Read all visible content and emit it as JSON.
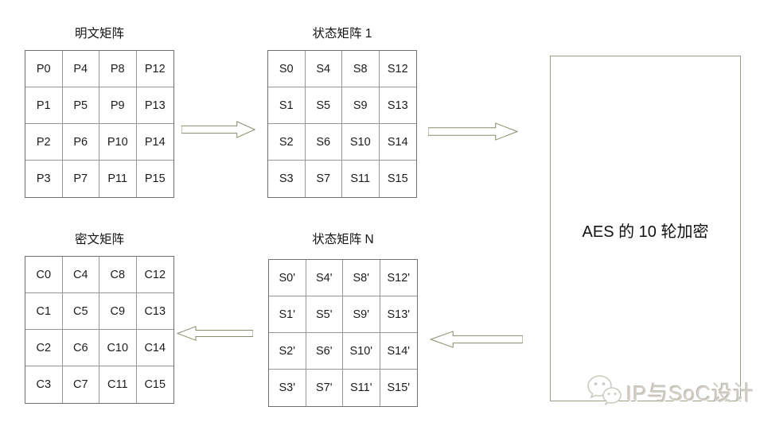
{
  "matrices": [
    {
      "id": "plaintext",
      "title": "明文矩阵",
      "cells": [
        [
          "P0",
          "P4",
          "P8",
          "P12"
        ],
        [
          "P1",
          "P5",
          "P9",
          "P13"
        ],
        [
          "P2",
          "P6",
          "P10",
          "P14"
        ],
        [
          "P3",
          "P7",
          "P11",
          "P15"
        ]
      ]
    },
    {
      "id": "state1",
      "title": "状态矩阵 1",
      "cells": [
        [
          "S0",
          "S4",
          "S8",
          "S12"
        ],
        [
          "S1",
          "S5",
          "S9",
          "S13"
        ],
        [
          "S2",
          "S6",
          "S10",
          "S14"
        ],
        [
          "S3",
          "S7",
          "S11",
          "S15"
        ]
      ]
    },
    {
      "id": "cipher",
      "title": "密文矩阵",
      "cells": [
        [
          "C0",
          "C4",
          "C8",
          "C12"
        ],
        [
          "C1",
          "C5",
          "C9",
          "C13"
        ],
        [
          "C2",
          "C6",
          "C10",
          "C14"
        ],
        [
          "C3",
          "C7",
          "C11",
          "C15"
        ]
      ]
    },
    {
      "id": "stateN",
      "title": "状态矩阵 N",
      "cells": [
        [
          "S0'",
          "S4'",
          "S8'",
          "S12'"
        ],
        [
          "S1'",
          "S5'",
          "S9'",
          "S13'"
        ],
        [
          "S2'",
          "S6'",
          "S10'",
          "S14'"
        ],
        [
          "S3'",
          "S7'",
          "S11'",
          "S15'"
        ]
      ]
    }
  ],
  "aes_box": {
    "label": "AES 的 10 轮加密"
  },
  "watermark": {
    "icon": "wechat-icon",
    "text": "IP与SoC设计"
  },
  "colors": {
    "grid_outer": "#6f6f6f",
    "grid_inner": "#979797",
    "arrow_stroke": "#8b8b6d",
    "aes_box_border": "#9c9c8a",
    "watermark_gray": "#d3d0c8"
  }
}
